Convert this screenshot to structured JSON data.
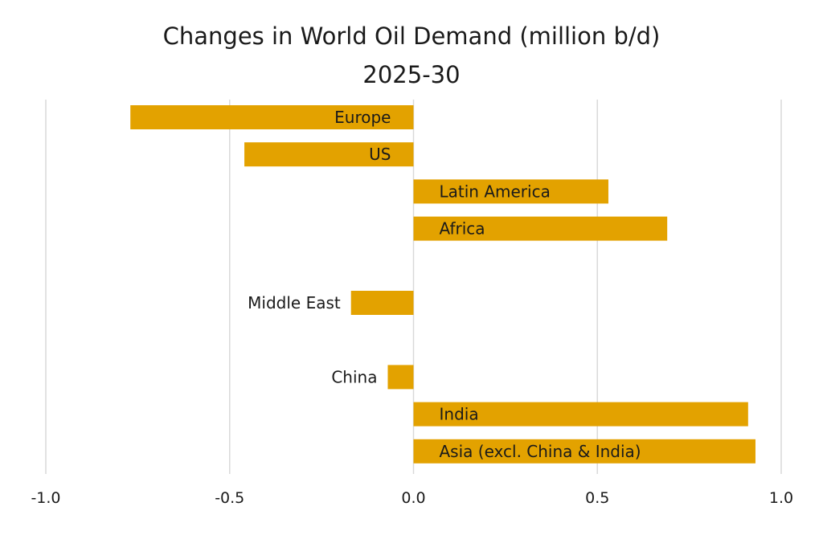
{
  "chart_data": {
    "type": "bar",
    "orientation": "horizontal",
    "title_line1": "Changes in World Oil Demand (million b/d)",
    "title_line2": "2025-30",
    "xlabel": "",
    "ylabel": "",
    "xlim": [
      -1.0,
      1.0
    ],
    "xticks": [
      "-1.0",
      "-0.5",
      "0.0",
      "0.5",
      "1.0"
    ],
    "grid": true,
    "bar_color": "#E3A200",
    "categories": [
      "Europe",
      "US",
      "Latin America",
      "Africa",
      "",
      "Middle East",
      "",
      "China",
      "India",
      "Asia (excl. China & India)"
    ],
    "values": [
      -0.77,
      -0.46,
      0.53,
      0.69,
      null,
      -0.17,
      null,
      -0.07,
      0.91,
      0.93
    ]
  }
}
